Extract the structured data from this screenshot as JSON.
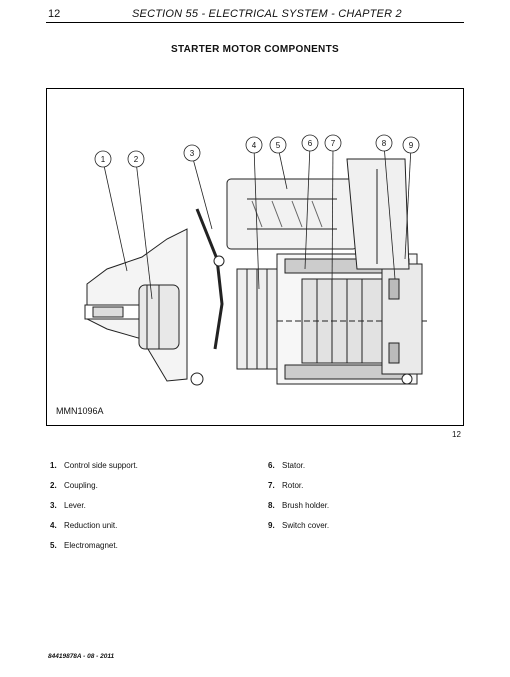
{
  "header": {
    "page_number": "12",
    "section_title": "SECTION 55 - ELECTRICAL SYSTEM - CHAPTER 2"
  },
  "figure": {
    "title": "STARTER MOTOR COMPONENTS",
    "code": "MMN1096A",
    "number": "12",
    "callouts": [
      "1",
      "2",
      "3",
      "4",
      "5",
      "6",
      "7",
      "8",
      "9"
    ]
  },
  "legend": {
    "items": [
      {
        "num": "1.",
        "text": "Control side support."
      },
      {
        "num": "2.",
        "text": "Coupling."
      },
      {
        "num": "3.",
        "text": "Lever."
      },
      {
        "num": "4.",
        "text": "Reduction unit."
      },
      {
        "num": "5.",
        "text": "Electromagnet."
      },
      {
        "num": "6.",
        "text": "Stator."
      },
      {
        "num": "7.",
        "text": "Rotor."
      },
      {
        "num": "8.",
        "text": "Brush holder."
      },
      {
        "num": "9.",
        "text": "Switch cover."
      }
    ]
  },
  "footer": {
    "code": "84419878A - 08 - 2011"
  }
}
